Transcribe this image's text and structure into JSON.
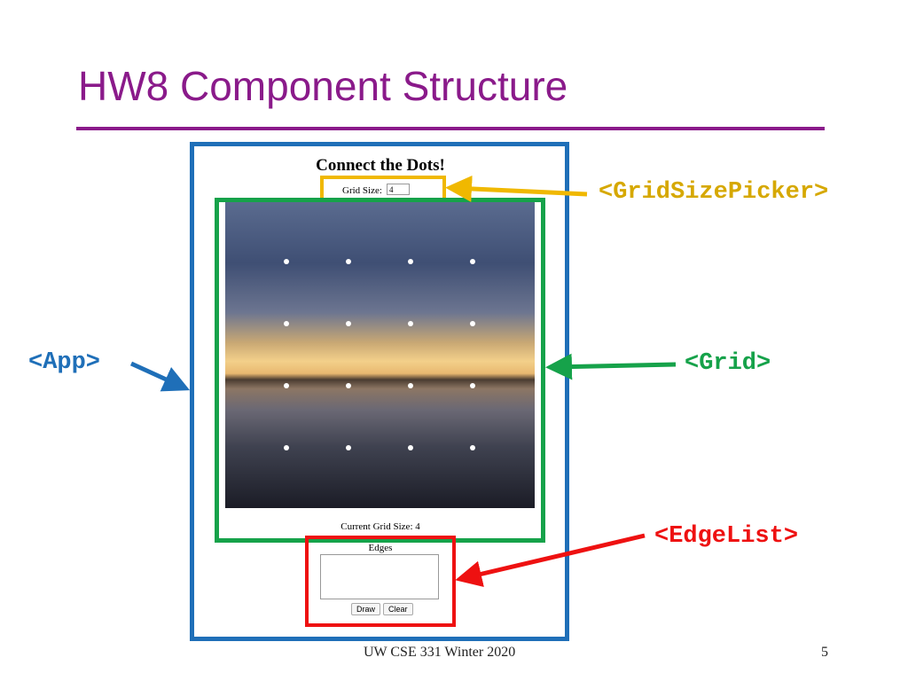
{
  "slide": {
    "title": "HW8 Component Structure",
    "footer": "UW CSE 331 Winter 2020",
    "page_number": "5"
  },
  "app": {
    "heading": "Connect the Dots!",
    "grid_size_label": "Grid Size:",
    "grid_size_value": "4",
    "current_grid_size_text": "Current Grid Size: 4",
    "edges_label": "Edges",
    "draw_button": "Draw",
    "clear_button": "Clear"
  },
  "callouts": {
    "grid_size_picker": "<GridSizePicker>",
    "app": "<App>",
    "grid": "<Grid>",
    "edge_list": "<EdgeList>"
  },
  "colors": {
    "title": "#8a1a8a",
    "app": "#1f6fb8",
    "grid_size_picker": "#f0b800",
    "grid": "#16a24a",
    "edge_list": "#ee1111"
  },
  "grid_dots": {
    "rows": 4,
    "cols": 4
  }
}
